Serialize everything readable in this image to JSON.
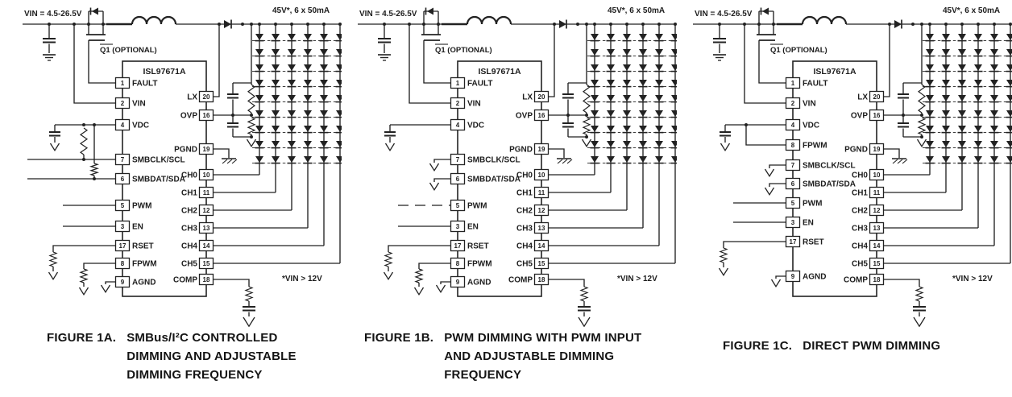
{
  "page": {
    "background": "#ffffff",
    "ink": "#222222"
  },
  "led_array": {
    "columns": 6,
    "leds_per_column": 9
  },
  "figures": [
    {
      "id": "1a",
      "vin_label": "VIN = 4.5-26.5V",
      "q1_label": "Q1 (OPTIONAL)",
      "ic_title": "ISL97671A",
      "led_label": "45V*, 6 x 50mA",
      "vin_note": "*VIN > 12V",
      "left_pins": [
        {
          "num": "1",
          "name": "FAULT",
          "conn": "gate"
        },
        {
          "num": "2",
          "name": "VIN",
          "conn": "vin"
        },
        {
          "num": "4",
          "name": "VDC",
          "conn": "vdc-pullups"
        },
        {
          "num": "7",
          "name": "SMBCLK/SCL",
          "conn": "bus"
        },
        {
          "num": "6",
          "name": "SMBDAT/SDA",
          "conn": "bus"
        },
        {
          "num": "5",
          "name": "PWM",
          "conn": "stub"
        },
        {
          "num": "3",
          "name": "EN",
          "conn": "stub"
        },
        {
          "num": "17",
          "name": "RSET",
          "conn": "res-gnd"
        },
        {
          "num": "8",
          "name": "FPWM",
          "conn": "res-gnd2"
        },
        {
          "num": "9",
          "name": "AGND",
          "conn": "gnd"
        }
      ],
      "right_pins": [
        {
          "num": "20",
          "name": "LX"
        },
        {
          "num": "16",
          "name": "OVP"
        },
        {
          "num": "19",
          "name": "PGND"
        },
        {
          "num": "10",
          "name": "CH0"
        },
        {
          "num": "11",
          "name": "CH1"
        },
        {
          "num": "12",
          "name": "CH2"
        },
        {
          "num": "13",
          "name": "CH3"
        },
        {
          "num": "14",
          "name": "CH4"
        },
        {
          "num": "15",
          "name": "CH5"
        },
        {
          "num": "18",
          "name": "COMP"
        }
      ],
      "caption_label": "FIGURE 1A.",
      "caption_lines": [
        "SMBus/I²C CONTROLLED",
        "DIMMING AND ADJUSTABLE",
        "DIMMING FREQUENCY"
      ]
    },
    {
      "id": "1b",
      "vin_label": "VIN = 4.5-26.5V",
      "q1_label": "Q1 (OPTIONAL)",
      "ic_title": "ISL97671A",
      "led_label": "45V*, 6 x 50mA",
      "vin_note": "*VIN > 12V",
      "left_pins": [
        {
          "num": "1",
          "name": "FAULT",
          "conn": "gate"
        },
        {
          "num": "2",
          "name": "VIN",
          "conn": "vin"
        },
        {
          "num": "4",
          "name": "VDC",
          "conn": "vdc-cap"
        },
        {
          "num": "7",
          "name": "SMBCLK/SCL",
          "conn": "gnd-hook"
        },
        {
          "num": "6",
          "name": "SMBDAT/SDA",
          "conn": "gnd-hook"
        },
        {
          "num": "5",
          "name": "PWM",
          "conn": "dash-stub"
        },
        {
          "num": "3",
          "name": "EN",
          "conn": "stub"
        },
        {
          "num": "17",
          "name": "RSET",
          "conn": "res-gnd"
        },
        {
          "num": "8",
          "name": "FPWM",
          "conn": "res-gnd2"
        },
        {
          "num": "9",
          "name": "AGND",
          "conn": "gnd"
        }
      ],
      "right_pins": [
        {
          "num": "20",
          "name": "LX"
        },
        {
          "num": "16",
          "name": "OVP"
        },
        {
          "num": "19",
          "name": "PGND"
        },
        {
          "num": "10",
          "name": "CH0"
        },
        {
          "num": "11",
          "name": "CH1"
        },
        {
          "num": "12",
          "name": "CH2"
        },
        {
          "num": "13",
          "name": "CH3"
        },
        {
          "num": "14",
          "name": "CH4"
        },
        {
          "num": "15",
          "name": "CH5"
        },
        {
          "num": "18",
          "name": "COMP"
        }
      ],
      "caption_label": "FIGURE 1B.",
      "caption_lines": [
        "PWM DIMMING WITH PWM INPUT",
        "AND ADJUSTABLE DIMMING",
        "FREQUENCY"
      ]
    },
    {
      "id": "1c",
      "vin_label": "VIN = 4.5-26.5V",
      "q1_label": "Q1 (OPTIONAL)",
      "ic_title": "ISL97671A",
      "led_label": "45V*, 6 x 50mA",
      "vin_note": "*VIN > 12V",
      "left_pins": [
        {
          "num": "1",
          "name": "FAULT",
          "conn": "gate"
        },
        {
          "num": "2",
          "name": "VIN",
          "conn": "vin"
        },
        {
          "num": "4",
          "name": "VDC",
          "conn": "vdc-cap"
        },
        {
          "num": "8",
          "name": "FPWM",
          "conn": "vdc-tie"
        },
        {
          "num": "7",
          "name": "SMBCLK/SCL",
          "conn": "gnd-hook"
        },
        {
          "num": "6",
          "name": "SMBDAT/SDA",
          "conn": "gnd-hook"
        },
        {
          "num": "5",
          "name": "PWM",
          "conn": "stub"
        },
        {
          "num": "3",
          "name": "EN",
          "conn": "stub"
        },
        {
          "num": "17",
          "name": "RSET",
          "conn": "res-gnd"
        },
        {
          "num": "9",
          "name": "AGND",
          "conn": "gnd"
        }
      ],
      "right_pins": [
        {
          "num": "20",
          "name": "LX"
        },
        {
          "num": "16",
          "name": "OVP"
        },
        {
          "num": "19",
          "name": "PGND"
        },
        {
          "num": "10",
          "name": "CH0"
        },
        {
          "num": "11",
          "name": "CH1"
        },
        {
          "num": "12",
          "name": "CH2"
        },
        {
          "num": "13",
          "name": "CH3"
        },
        {
          "num": "14",
          "name": "CH4"
        },
        {
          "num": "15",
          "name": "CH5"
        },
        {
          "num": "18",
          "name": "COMP"
        }
      ],
      "caption_label": "FIGURE 1C.",
      "caption_lines": [
        "DIRECT PWM DIMMING"
      ]
    }
  ]
}
